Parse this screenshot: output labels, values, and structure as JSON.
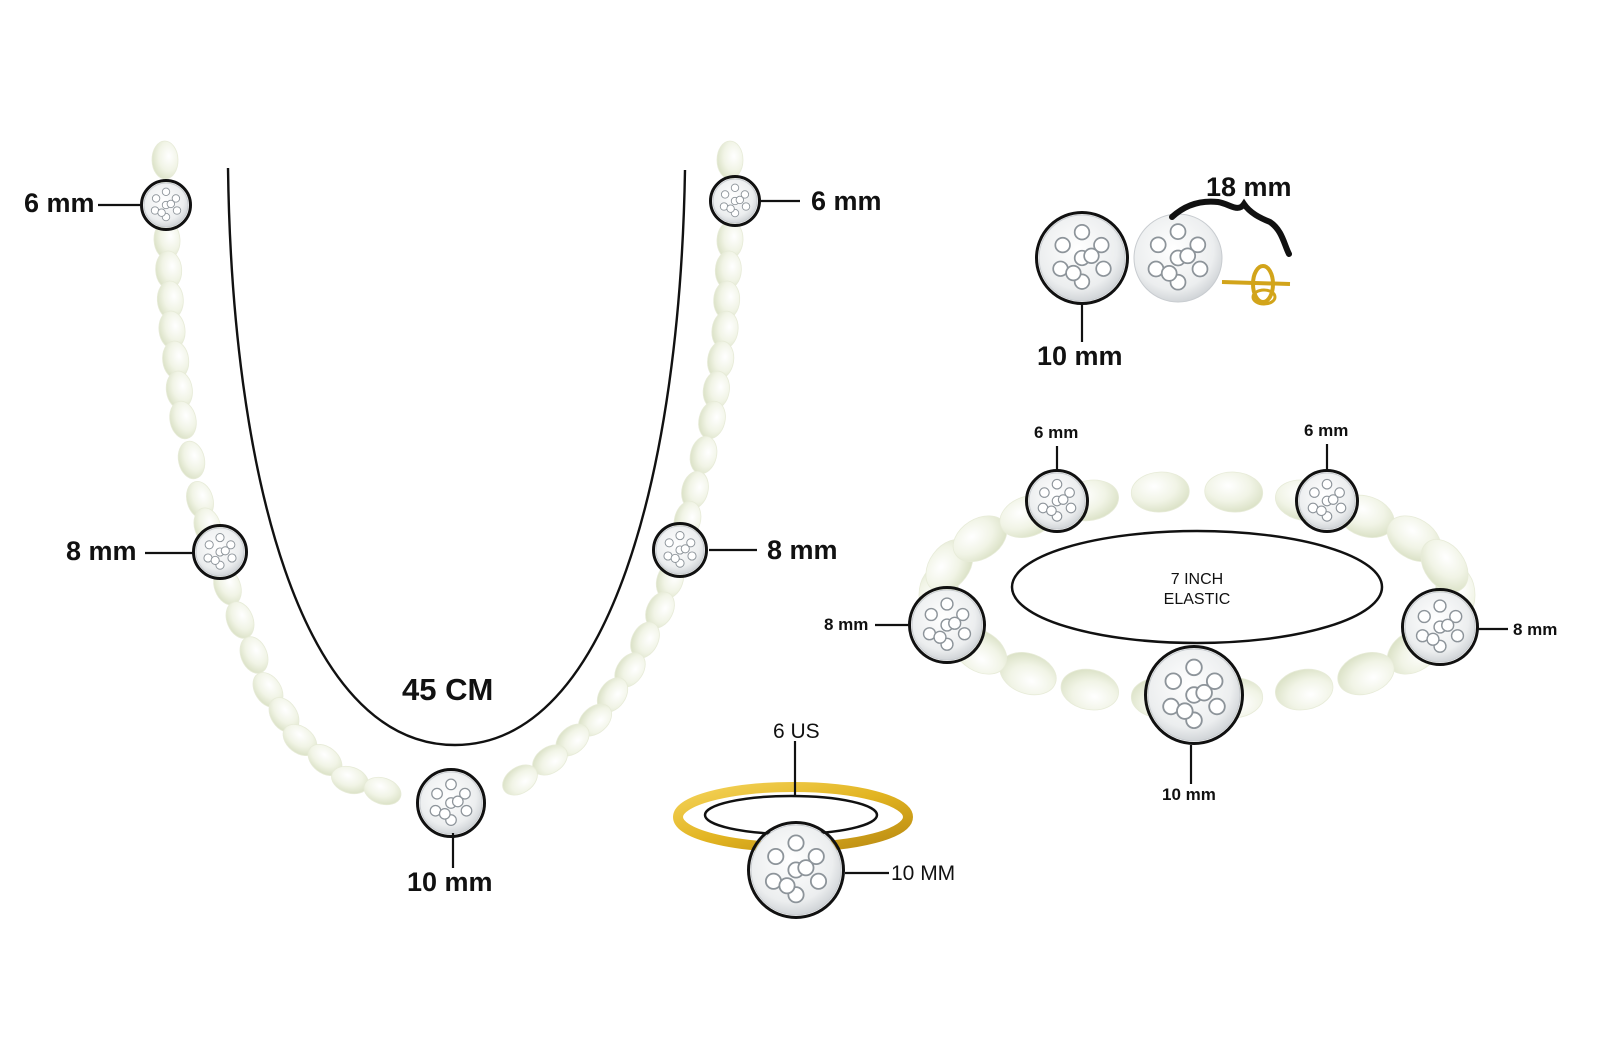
{
  "colors": {
    "background": "#ffffff",
    "ink": "#111111",
    "pearl": "#f1f4e6",
    "pearl_shadow": "#dfe5cc",
    "crystal": "#f4f4f4",
    "crystal_dot": "#9aa0a6",
    "gold": "#e2b421"
  },
  "necklace": {
    "length_label": "45 CM",
    "callouts": {
      "top_left": "6 mm",
      "top_right": "6 mm",
      "mid_left": "8 mm",
      "mid_right": "8 mm",
      "bottom": "10 mm"
    }
  },
  "earring": {
    "stud_label": "10 mm",
    "length_label": "18 mm"
  },
  "bracelet": {
    "center_line1": "7 INCH",
    "center_line2": "ELASTIC",
    "callouts": {
      "top_left": "6 mm",
      "top_right": "6 mm",
      "mid_left": "8 mm",
      "mid_right": "8 mm",
      "bottom": "10 mm"
    }
  },
  "ring": {
    "size_label": "6 US",
    "stone_label": "10 MM"
  }
}
